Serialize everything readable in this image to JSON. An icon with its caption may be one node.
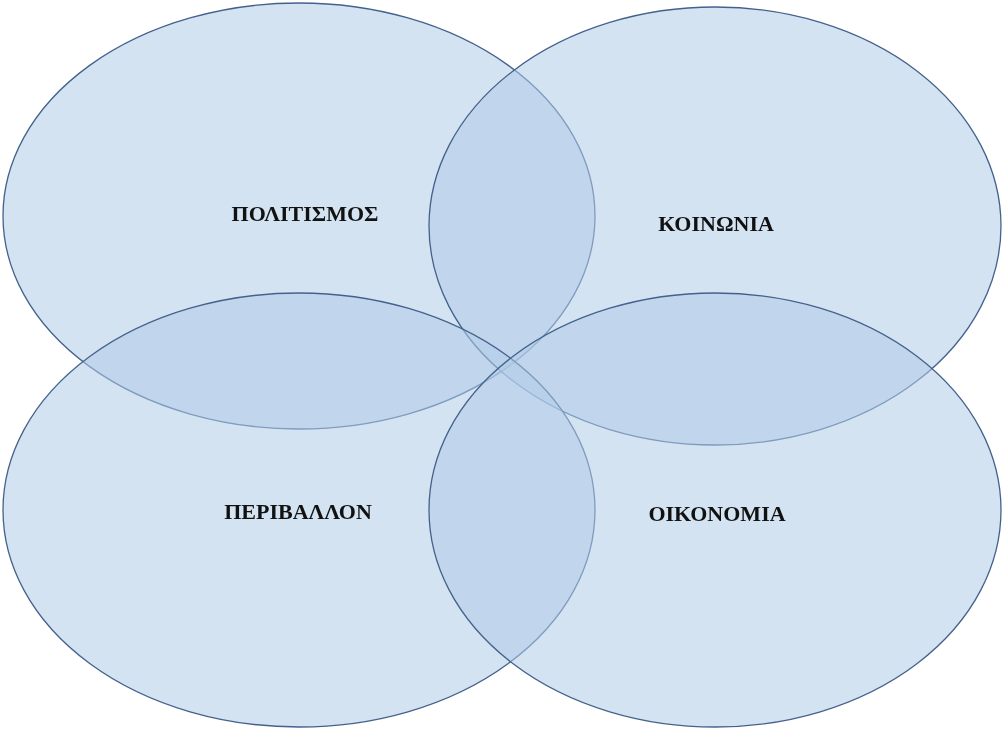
{
  "diagram": {
    "nodes": [
      {
        "text": [
          "ΠΟΛΙΤΙΣΜΟΣ"
        ]
      },
      {
        "text": [
          "ΚΟΙΝΩΝΙΑ"
        ]
      },
      {
        "text": [
          "ΠΕΡΙΒΑΛΛΟΝ"
        ]
      },
      {
        "text": [
          "ΟΙΚΟΝΟΜΙΑ"
        ]
      }
    ]
  }
}
